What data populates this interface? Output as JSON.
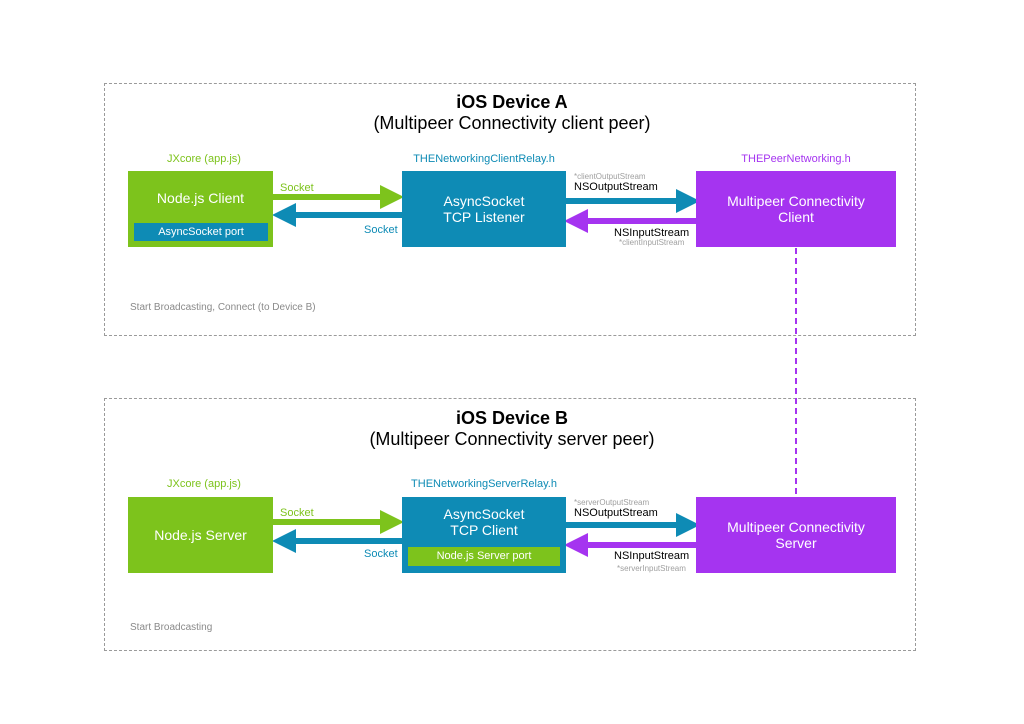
{
  "colors": {
    "green": "#7dc31c",
    "blue": "#0e8bb5",
    "purple": "#a534f0",
    "dashed": "#9a9a9a"
  },
  "device_a": {
    "title": "iOS Device A",
    "subtitle": "(Multipeer Connectivity client peer)",
    "col_left": "JXcore (app.js)",
    "col_mid": "THENetworkingClientRelay.h",
    "col_right": "THEPeerNetworking.h",
    "left_box": "Node.js Client",
    "left_port": "AsyncSocket port",
    "mid_box_line1": "AsyncSocket",
    "mid_box_line2": "TCP Listener",
    "right_box_line1": "Multipeer Connectivity",
    "right_box_line2": "Client",
    "socket_out": "Socket",
    "socket_in": "Socket",
    "output_var": "*clientOutputStream",
    "output_stream": "NSOutputStream",
    "input_stream": "NSInputStream",
    "input_var": "*clientInputStream",
    "status": "Start Broadcasting, Connect (to Device B)"
  },
  "device_b": {
    "title": "iOS Device B",
    "subtitle": "(Multipeer Connectivity server peer)",
    "col_left": "JXcore (app.js)",
    "col_mid": "THENetworkingServerRelay.h",
    "left_box": "Node.js Server",
    "mid_box_line1": "AsyncSocket",
    "mid_box_line2": "TCP Client",
    "mid_port": "Node.js Server port",
    "right_box_line1": "Multipeer Connectivity",
    "right_box_line2": "Server",
    "socket_out": "Socket",
    "socket_in": "Socket",
    "output_var": "*serverOutputStream",
    "output_stream": "NSOutputStream",
    "input_stream": "NSInputStream",
    "input_var": "*serverInputStream",
    "status": "Start Broadcasting"
  }
}
